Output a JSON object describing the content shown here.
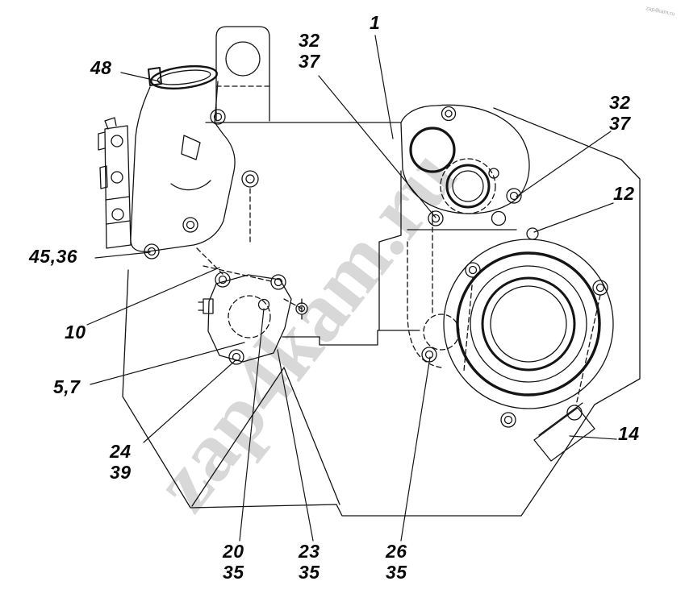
{
  "watermark": {
    "main": "zap4kam.ru",
    "corner": "zap4kam.ru"
  },
  "labels": [
    {
      "id": "48",
      "text": "48"
    },
    {
      "id": "32-37-upper",
      "text": "32\n37"
    },
    {
      "id": "1",
      "text": "1"
    },
    {
      "id": "32-37-right",
      "text": "32\n37"
    },
    {
      "id": "12",
      "text": "12"
    },
    {
      "id": "45-36",
      "text": "45,36"
    },
    {
      "id": "10",
      "text": "10"
    },
    {
      "id": "5-7",
      "text": "5,7"
    },
    {
      "id": "24-39",
      "text": "24\n39"
    },
    {
      "id": "14",
      "text": "14"
    },
    {
      "id": "20-35",
      "text": "20\n35"
    },
    {
      "id": "23-35",
      "text": "23\n35"
    },
    {
      "id": "26-35",
      "text": "26\n35"
    }
  ]
}
